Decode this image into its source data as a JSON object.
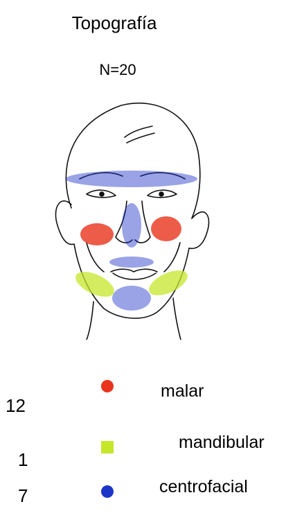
{
  "title": "Topografía",
  "subtitle": "N=20",
  "colors": {
    "malar": "#e8341c",
    "mandibular": "#c6e62a",
    "centrofacial": "#1c34c8"
  },
  "legend": [
    {
      "count": "12",
      "label": "malar",
      "color_key": "malar"
    },
    {
      "count": "1",
      "label": "mandibular",
      "color_key": "mandibular"
    },
    {
      "count": "7",
      "label": "centrofacial",
      "color_key": "centrofacial"
    }
  ]
}
